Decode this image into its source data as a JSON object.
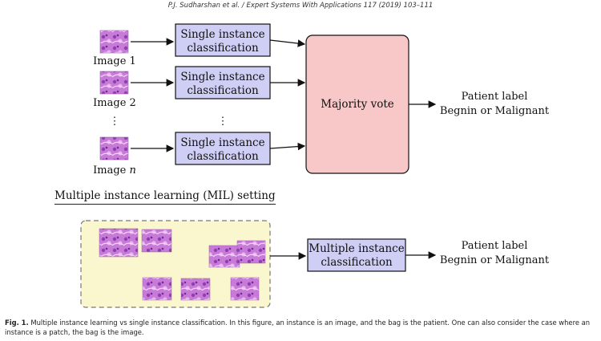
{
  "header": "P.J. Sudharshan et al. / Expert Systems With Applications 117 (2019) 103–111",
  "top_diagram": {
    "images": [
      {
        "label": "Image 1"
      },
      {
        "label": "Image 2"
      },
      {
        "label": "Image ",
        "label_italic": "n"
      }
    ],
    "single_box_line1": "Single instance",
    "single_box_line2": "classification",
    "majority_box": "Majority vote",
    "dots": "⋮",
    "output_line1": "Patient label",
    "output_line2": "Begnin or Malignant"
  },
  "section_title": "Multiple instance learning (MIL) setting",
  "bottom_diagram": {
    "mil_box_line1": "Multiple instance",
    "mil_box_line2": "classification",
    "output_line1": "Patient label",
    "output_line2": "Begnin or Malignant"
  },
  "caption": {
    "fig_label": "Fig. 1.",
    "text": " Multiple instance learning vs single instance classification. In this figure, an instance is an image, and the bag is the patient. One can also consider the case where an instance is a patch, the bag is the image."
  },
  "colors": {
    "instance_box": "#cfcff5",
    "majority_box": "#f8c8c8",
    "bag_background": "#faf7cf",
    "tissue": "#c77ad8"
  }
}
